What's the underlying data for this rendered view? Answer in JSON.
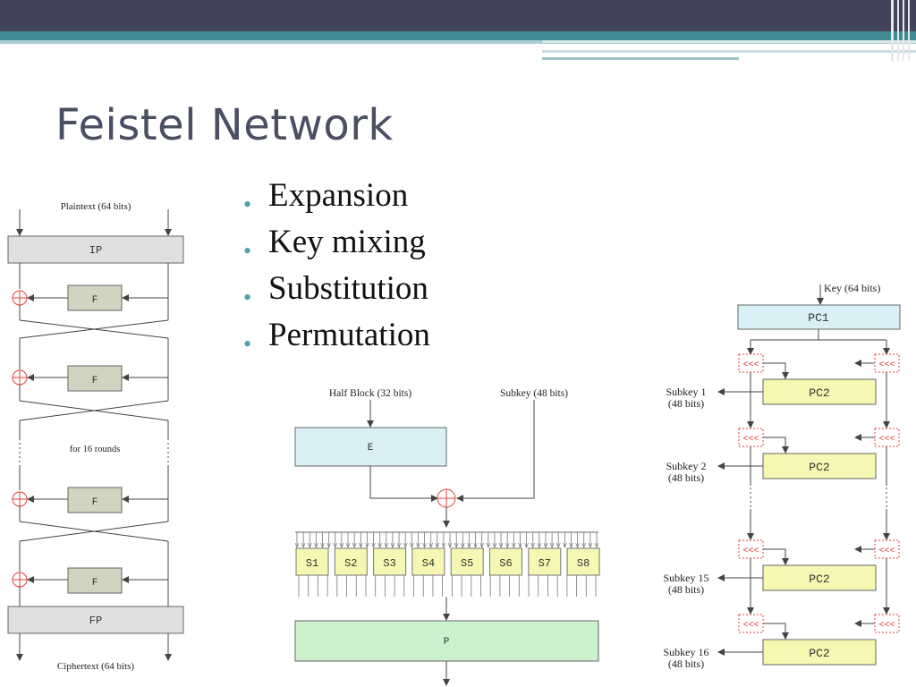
{
  "slide": {
    "title": "Feistel Network",
    "bullets": [
      "Expansion",
      "Key mixing",
      "Substitution",
      "Permutation"
    ]
  },
  "feistel": {
    "plaintext": "Plaintext (64 bits)",
    "ip": "IP",
    "f": "F",
    "rounds": "for 16 rounds",
    "fp": "FP",
    "ciphertext": "Ciphertext (64 bits)"
  },
  "ffunc": {
    "half_block": "Half Block (32 bits)",
    "subkey": "Subkey (48 bits)",
    "e": "E",
    "sboxes": [
      "S1",
      "S2",
      "S3",
      "S4",
      "S5",
      "S6",
      "S7",
      "S8"
    ],
    "p": "P"
  },
  "keysched": {
    "key": "Key (64 bits)",
    "pc1": "PC1",
    "pc2": "PC2",
    "shift": "<<<",
    "subkeys": [
      {
        "name": "Subkey 1",
        "bits": "(48 bits)"
      },
      {
        "name": "Subkey 2",
        "bits": "(48 bits)"
      },
      {
        "name": "Subkey 15",
        "bits": "(48 bits)"
      },
      {
        "name": "Subkey 16",
        "bits": "(48 bits)"
      }
    ]
  },
  "colors": {
    "header_dark": "#42435a",
    "header_teal": "#3f8d93",
    "title": "#4a4f63",
    "bullet": "#4fa0a8",
    "ip_box": "#e0e0e0",
    "f_box": "#d2d3c0",
    "e_box": "#d8f0f6",
    "sbox": "#f5f7b3",
    "p_box": "#cdf1cd",
    "xor": "#e0403c"
  }
}
